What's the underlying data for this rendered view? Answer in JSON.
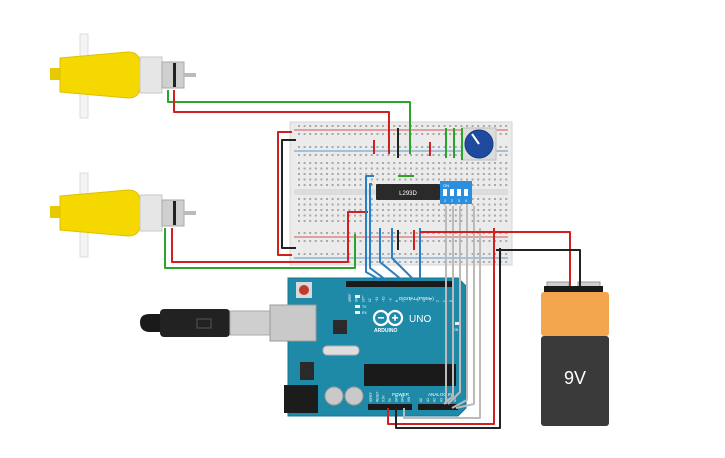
{
  "breadboard": {
    "chip_label": "L293D"
  },
  "dip_switch": {
    "on_label": "ON",
    "pos1": "1",
    "pos2": "2",
    "pos3": "3",
    "pos4": "4"
  },
  "arduino": {
    "brand": "ARDUINO",
    "model": "UNO",
    "digital_header": "DIGITAL (PWM~)",
    "power_header": "POWER",
    "analog_header": "ANALOG IN",
    "tx_label": "TX",
    "rx_label": "RX",
    "l_label": "L",
    "on_label": "ON",
    "pin_labels": [
      "AREF",
      "GND",
      "13",
      "12",
      "~11",
      "~10",
      "~9",
      "8",
      "7",
      "~6",
      "~5",
      "4",
      "~3",
      "2",
      "1",
      "0"
    ],
    "power_pins": [
      "IOREF",
      "RESET",
      "3.3V",
      "5V",
      "GND",
      "GND",
      "VIN"
    ],
    "analog_pins": [
      "A0",
      "A1",
      "A2",
      "A3",
      "A4",
      "A5"
    ]
  },
  "battery": {
    "voltage_label": "9V"
  },
  "colors": {
    "motor_yellow": "#f5d800",
    "board_teal": "#1f8aa8",
    "breadboard": "#ebebeb",
    "battery_orange": "#f3a64d",
    "battery_body": "#3a3a3a",
    "wire_red": "#d22020",
    "wire_green": "#2aa52a",
    "wire_blue": "#2a7fc2",
    "wire_black": "#222222",
    "wire_gray": "#bbbbbb"
  }
}
